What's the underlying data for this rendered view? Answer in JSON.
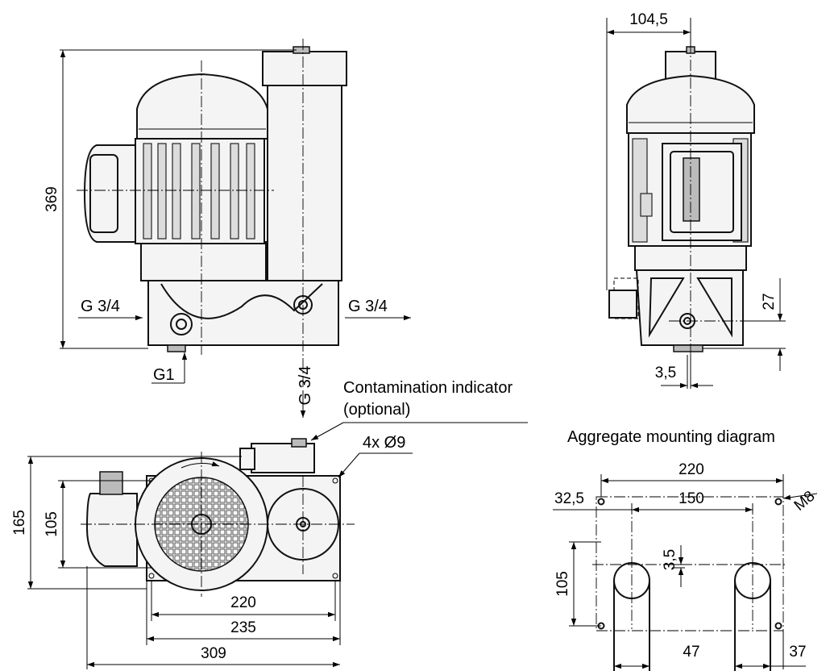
{
  "dimensions": {
    "overall_height": "369",
    "right_top_width": "104,5",
    "right_offset_27": "27",
    "right_offset_3_5": "3,5",
    "top_depth_165": "165",
    "top_depth_105": "105",
    "top_len_220": "220",
    "top_len_235": "235",
    "top_len_309": "309",
    "mount_width_220": "220",
    "mount_offset_32_5": "32,5",
    "mount_spacing_150": "150",
    "mount_height_105": "105",
    "mount_offset_3_5": "3,5",
    "mount_hole_47": "47",
    "mount_edge_37": "37"
  },
  "ports": {
    "inlet_left": "G 3/4",
    "outlet_right": "G 3/4",
    "bottom_g1": "G1",
    "vertical": "G 3/4"
  },
  "labels": {
    "contamination_line1": "Contamination indicator",
    "contamination_line2": "(optional)",
    "holes": "4x Ø9",
    "aggregate_title": "Aggregate mounting diagram",
    "thread": "M8"
  }
}
